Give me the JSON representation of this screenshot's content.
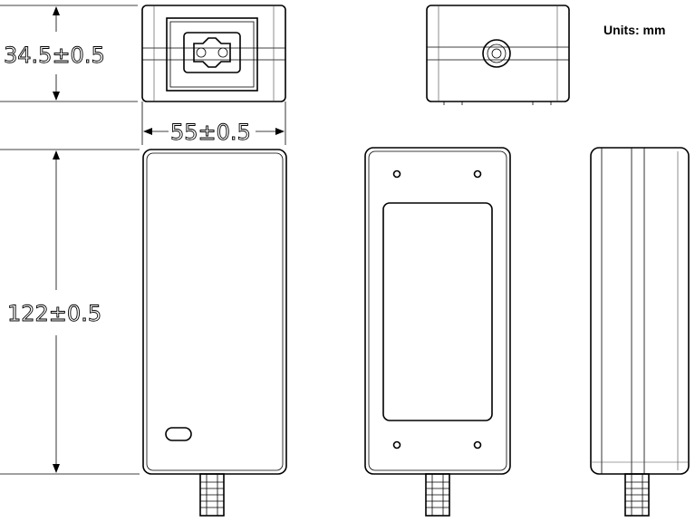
{
  "units_label": "Units: mm",
  "dimensions": {
    "height": "34.5±0.5",
    "width": "55±0.5",
    "length": "122±0.5"
  }
}
